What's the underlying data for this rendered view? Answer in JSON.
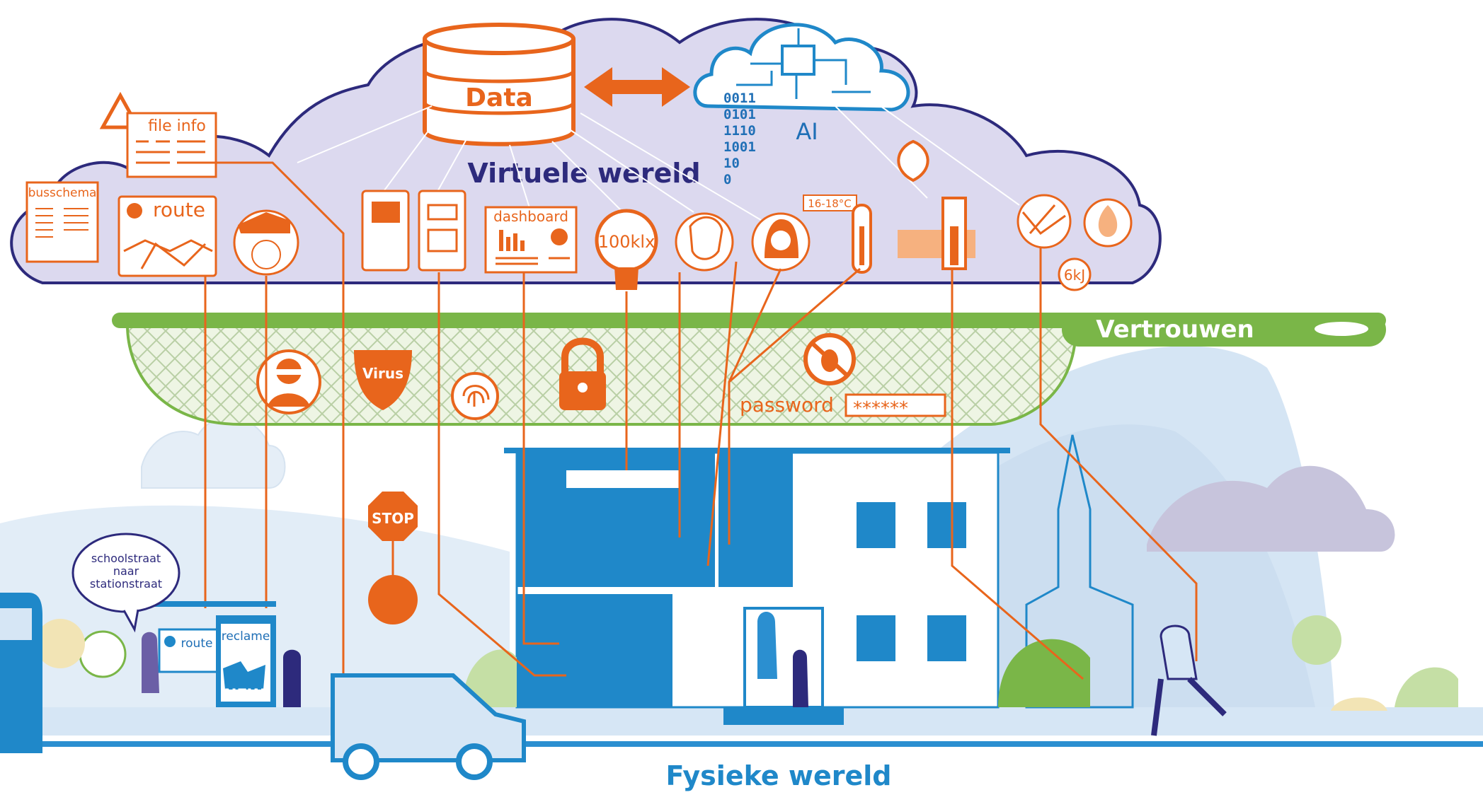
{
  "cloud": {
    "title": "Virtuele wereld",
    "data_label": "Data",
    "ai_label": "AI",
    "binary": [
      "0011",
      "0101",
      "1110",
      "1001",
      "10",
      "0"
    ],
    "icons": {
      "busschema": "busschema",
      "file_info": "file info",
      "route": "route",
      "dashboard": "dashboard",
      "lux": "100klx",
      "temperature": "16-18°C",
      "energy": "6kJ"
    }
  },
  "trust": {
    "title": "Vertrouwen",
    "virus": "Virus",
    "password_label": "password",
    "password_value": "******"
  },
  "physical": {
    "title": "Fysieke wereld",
    "speech_bubble": [
      "schoolstraat",
      "naar",
      "stationstraat"
    ],
    "stop_sign": "STOP",
    "route": "route",
    "reclame": "reclame",
    "new_badge": "NEW"
  },
  "colors": {
    "cloud_fill": "#dcd9ef",
    "cloud_stroke": "#2d2a7c",
    "orange": "#e8651c",
    "blue": "#1f88c9",
    "green": "#7ab648",
    "light_blue": "#d6e6f5"
  }
}
